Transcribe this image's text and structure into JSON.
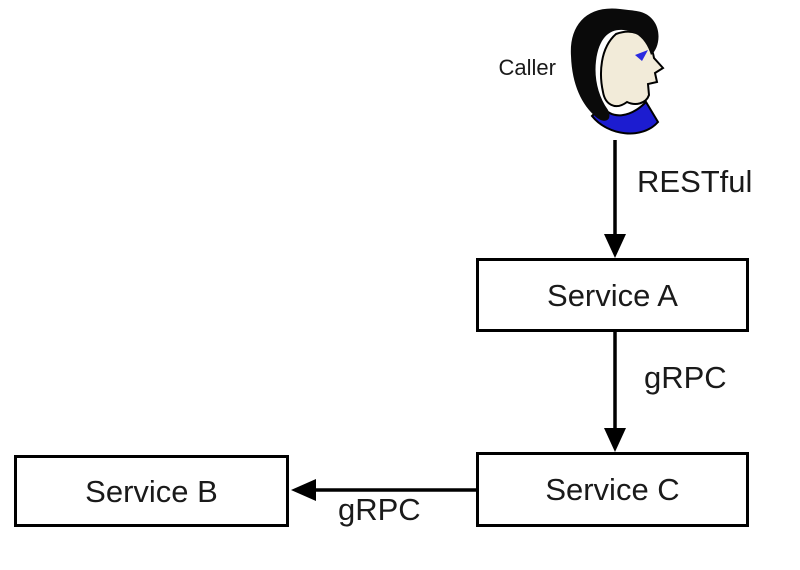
{
  "actor": {
    "label": "Caller"
  },
  "nodes": {
    "service_a": "Service A",
    "service_b": "Service B",
    "service_c": "Service C"
  },
  "edges": {
    "caller_to_service_a": "RESTful",
    "service_a_to_service_c": "gRPC",
    "service_c_to_service_b": "gRPC"
  },
  "colors": {
    "line": "#000000",
    "text": "#1a1a1a",
    "box_fill": "#ffffff",
    "hair": "#0a0a0a",
    "face": "#f2ebd9",
    "collar": "#1c1cd0",
    "eye": "#2a2ae0"
  }
}
